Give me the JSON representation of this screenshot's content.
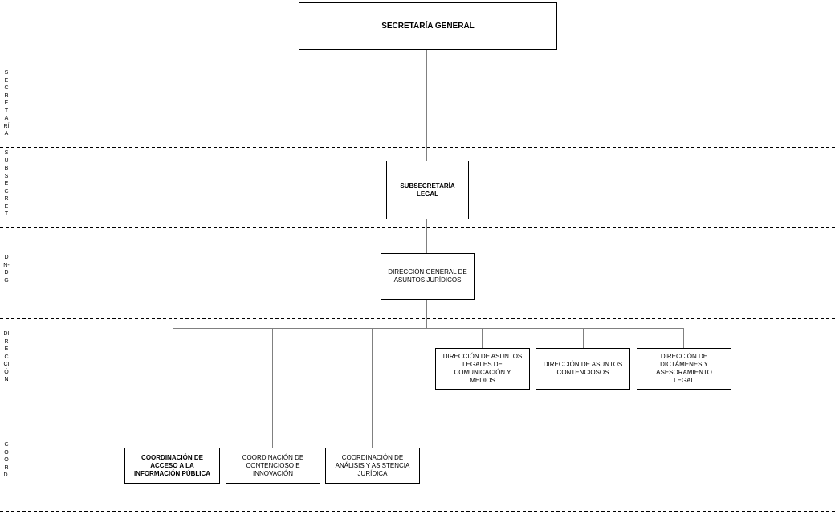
{
  "diagram": {
    "bands": [
      {
        "id": "secretaria",
        "label": "SECRETARÍA"
      },
      {
        "id": "subsecretaria",
        "label": "SUBSECRET"
      },
      {
        "id": "dn-dg",
        "label": "DN-DG"
      },
      {
        "id": "direccion",
        "label": "DIRECCIÓN"
      },
      {
        "id": "coord",
        "label": "COORD."
      }
    ],
    "nodes": {
      "secretaria_general": "SECRETARÍA GENERAL",
      "subsecretaria_legal": "SUBSECRETARÍA LEGAL",
      "dg_asuntos_juridicos": "DIRECCIÓN GENERAL DE ASUNTOS JURÍDICOS",
      "dir_legales_comunicacion": "DIRECCIÓN DE ASUNTOS LEGALES DE COMUNICACIÓN Y MEDIOS",
      "dir_contenciosos": "DIRECCIÓN DE ASUNTOS CONTENCIOSOS",
      "dir_dictamenes": "DIRECCIÓN DE DICTÁMENES Y ASESORAMIENTO LEGAL",
      "coord_acceso_info": "COORDINACIÓN DE ACCESO A LA INFORMACIÓN PÚBLICA",
      "coord_contencioso_innovacion": "COORDINACIÓN DE CONTENCIOSO E INNOVACIÓN",
      "coord_analisis_asistencia": "COORDINACIÓN DE ANÁLISIS Y ASISTENCIA JURÍDICA"
    }
  }
}
